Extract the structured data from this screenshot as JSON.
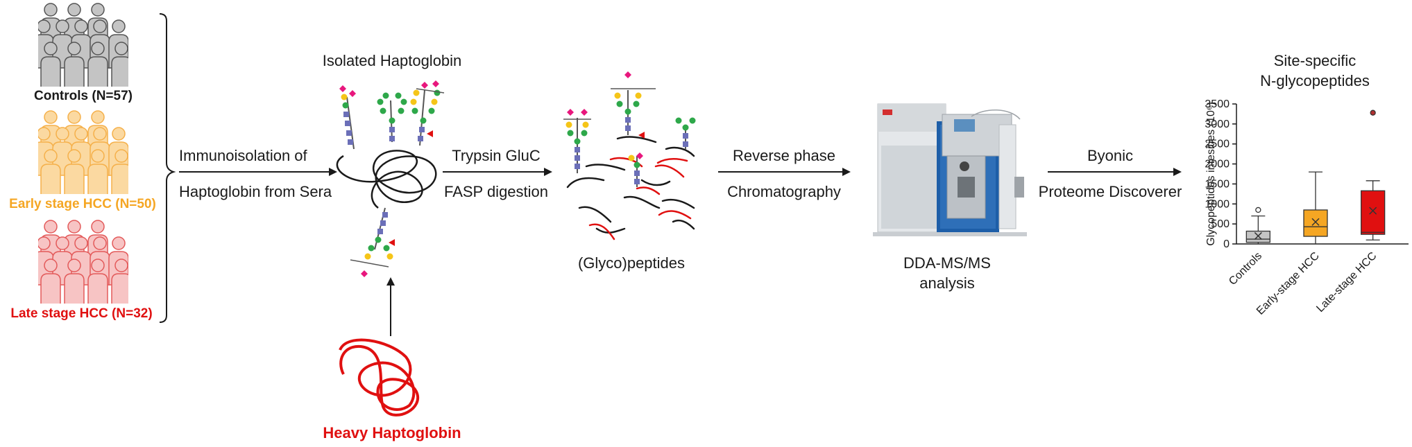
{
  "cohorts": [
    {
      "label": "Controls (N=57)",
      "color": "#1a1a1a",
      "fill": "#c4c4c4",
      "stroke": "#555555"
    },
    {
      "label": "Early stage HCC (N=50)",
      "color": "#f5a623",
      "fill": "#fbd9a1",
      "stroke": "#f5b04a"
    },
    {
      "label": "Late stage HCC (N=32)",
      "color": "#e01010",
      "fill": "#f7c4c4",
      "stroke": "#e35a5a"
    }
  ],
  "steps": {
    "immuno_line1": "Immunoisolation of",
    "immuno_line2": "Haptoglobin from Sera",
    "isolated_title": "Isolated Haptoglobin",
    "heavy_title": "Heavy Haptoglobin",
    "digest_line1": "Trypsin GluC",
    "digest_line2": "FASP digestion",
    "peptides_title": "(Glyco)peptides",
    "rp_line1": "Reverse phase",
    "rp_line2": "Chromatography",
    "ms_line1": "DDA-MS/MS",
    "ms_line2": "analysis",
    "sw_line1": "Byonic",
    "sw_line2": "Proteome Discoverer"
  },
  "colors": {
    "glycan_blue": "#6b6fb8",
    "glycan_green": "#2ea84a",
    "glycan_yellow": "#f5c518",
    "glycan_pink": "#e8177d",
    "glycan_red": "#e01010",
    "heavy_red": "#e01010"
  },
  "chart_data": {
    "type": "box",
    "title_line1": "Site-specific",
    "title_line2": "N-glycopeptides",
    "ylabel": "Glycopeptides intesities (10⁶)",
    "ylim": [
      0,
      3500
    ],
    "yticks": [
      0,
      500,
      1000,
      1500,
      2000,
      2500,
      3000,
      3500
    ],
    "categories": [
      "Controls",
      "Early-stage HCC",
      "Late-stage HCC"
    ],
    "category_colors": [
      "#1a1a1a",
      "#f5a623",
      "#e01010"
    ],
    "box_fills": [
      "#c4c4c4",
      "#f5a623",
      "#e01010"
    ],
    "boxes": [
      {
        "whisker_low": 0,
        "q1": 40,
        "median": 120,
        "q3": 320,
        "whisker_high": 700,
        "mean": 200,
        "outliers": [
          850
        ]
      },
      {
        "whisker_low": 0,
        "q1": 190,
        "median": 430,
        "q3": 850,
        "whisker_high": 1800,
        "mean": 550,
        "outliers": []
      },
      {
        "whisker_low": 100,
        "q1": 240,
        "median": 290,
        "q3": 1330,
        "whisker_high": 1580,
        "mean": 830,
        "outliers": [
          3280
        ]
      }
    ]
  }
}
